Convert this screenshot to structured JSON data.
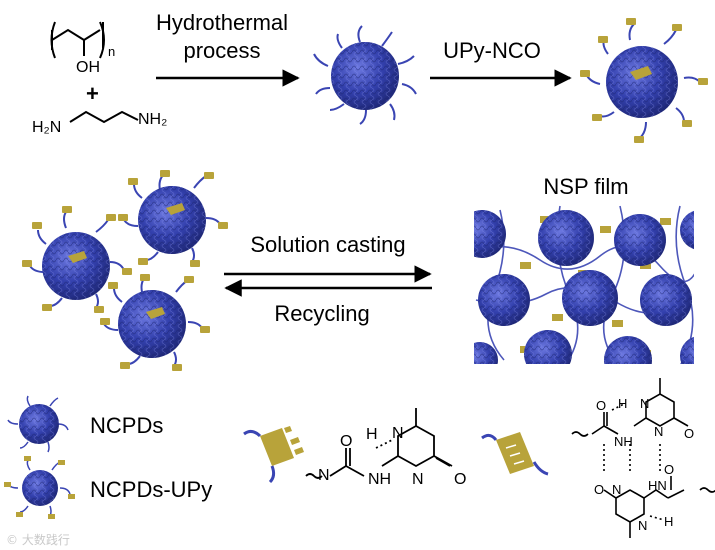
{
  "top_row": {
    "reagents": {
      "polymer_hydroxyl": "OH",
      "polymer_subscript": "n",
      "plus": "+",
      "amine_left": "H₂N",
      "amine_right": "NH₂"
    },
    "step1_label_line1": "Hydrothermal",
    "step1_label_line2": "process",
    "step2_label": "UPy-NCO"
  },
  "middle_row": {
    "film_title": "NSP film",
    "forward_label": "Solution casting",
    "reverse_label": "Recycling"
  },
  "legend": {
    "ncpds": "NCPDs",
    "ncpds_upy": "NCPDs-UPy"
  },
  "chem_atoms": {
    "o": "O",
    "h": "H",
    "n": "N",
    "nh": "NH",
    "hn": "HN"
  },
  "watermark": "© 大数践行",
  "colors": {
    "dot_blue": "#3a45b3",
    "dot_core": "#2b3696",
    "upy_gold": "#b8a33a",
    "ink": "#000000"
  }
}
